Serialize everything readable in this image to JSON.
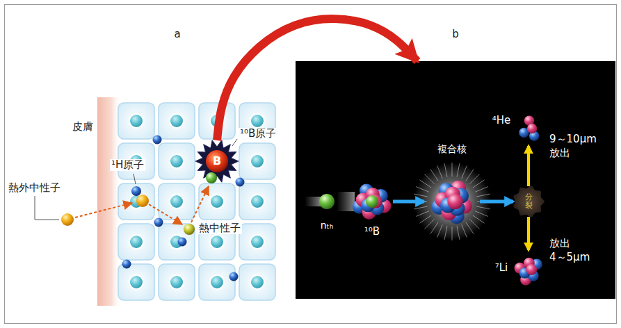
{
  "diagram": {
    "nodes": [
      {
        "text": [
          "a"
        ]
      },
      {
        "text": [
          "B"
        ],
        "in": 0
      },
      {
        "text": [
          "b"
        ]
      },
      {
        "text": [
          "nₜₕ"
        ],
        "in": 2
      },
      {
        "text": [
          "¹⁰B"
        ],
        "in": 2
      },
      {
        "text": [
          "複合核"
        ],
        "in": 2
      },
      {
        "text": [
          "分裂"
        ],
        "in": 2
      },
      {
        "text": [
          "⁴He"
        ],
        "in": 2
      },
      {
        "text": [
          "⁷Li"
        ],
        "in": 2
      }
    ],
    "edges": [
      {
        "from": 1,
        "to": 2,
        "arrow": "to"
      },
      {
        "from": 4,
        "to": 5,
        "arrow": "to"
      },
      {
        "from": 5,
        "to": 6,
        "arrow": "to"
      },
      {
        "from": 6,
        "to": 7,
        "arrow": "to"
      },
      {
        "from": 6,
        "to": 8,
        "arrow": "to"
      }
    ],
    "labels": [
      "皮膚",
      "¹H原子",
      "¹⁰B原子",
      "熱外中性子",
      "熱中性子",
      "9～10μm",
      "放出",
      "放出",
      "4～5μm"
    ]
  }
}
